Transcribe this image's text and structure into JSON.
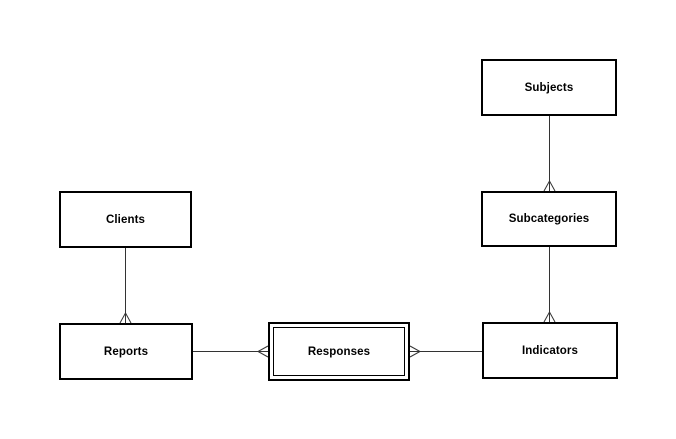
{
  "diagram": {
    "type": "entity-relationship-diagram",
    "notation": "crows-foot",
    "background_color": "#ffffff",
    "box_border_color": "#000000",
    "box_fill_color": "#ffffff",
    "connector_color": "#333333",
    "text_color": "#000000",
    "entities": [
      {
        "id": "subjects",
        "label": "Subjects",
        "border_style": "single"
      },
      {
        "id": "subcategories",
        "label": "Subcategories",
        "border_style": "single"
      },
      {
        "id": "indicators",
        "label": "Indicators",
        "border_style": "single"
      },
      {
        "id": "clients",
        "label": "Clients",
        "border_style": "single"
      },
      {
        "id": "reports",
        "label": "Reports",
        "border_style": "double"
      },
      {
        "id": "responses",
        "label": "Responses",
        "border_style": "double"
      }
    ],
    "relationships": [
      {
        "from": "Subjects",
        "to": "Subcategories",
        "many_end": "Subcategories",
        "marker": "crows-foot"
      },
      {
        "from": "Subcategories",
        "to": "Indicators",
        "many_end": "Indicators",
        "marker": "crows-foot"
      },
      {
        "from": "Clients",
        "to": "Reports",
        "many_end": "Reports",
        "marker": "crows-foot"
      },
      {
        "from": "Reports",
        "to": "Responses",
        "many_end": "Responses",
        "marker": "crows-foot"
      },
      {
        "from": "Indicators",
        "to": "Responses",
        "many_end": "Responses",
        "marker": "crows-foot"
      }
    ]
  }
}
